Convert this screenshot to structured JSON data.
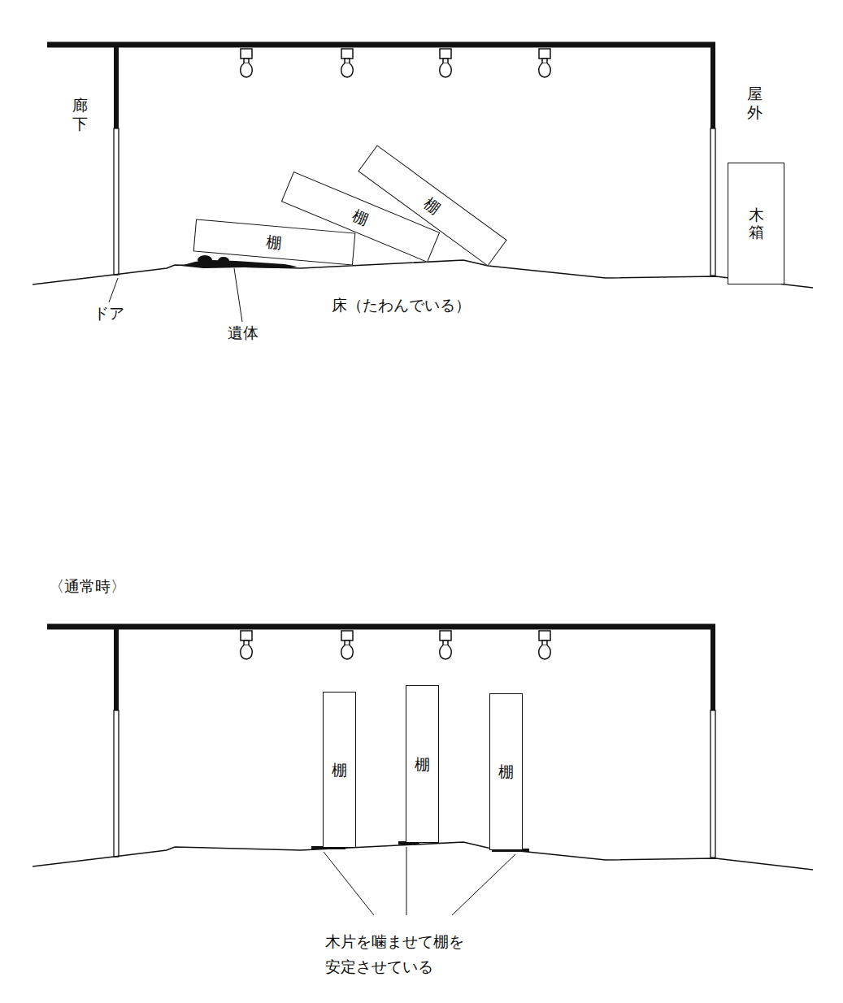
{
  "diagram": {
    "nodes": [
      {
        "text": [
          "棚"
        ]
      },
      {
        "text": [
          "棚"
        ]
      },
      {
        "text": [
          "棚"
        ]
      },
      {
        "text": [
          "木箱"
        ]
      },
      {
        "text": [
          "棚"
        ]
      },
      {
        "text": [
          "棚"
        ]
      },
      {
        "text": [
          "棚"
        ]
      }
    ],
    "labels": [
      "廊下",
      "屋外",
      "ドア",
      "遺体",
      "床（たわんでいる）",
      "〈通常時〉",
      "木片を噛ませて棚を 安定させている"
    ]
  }
}
